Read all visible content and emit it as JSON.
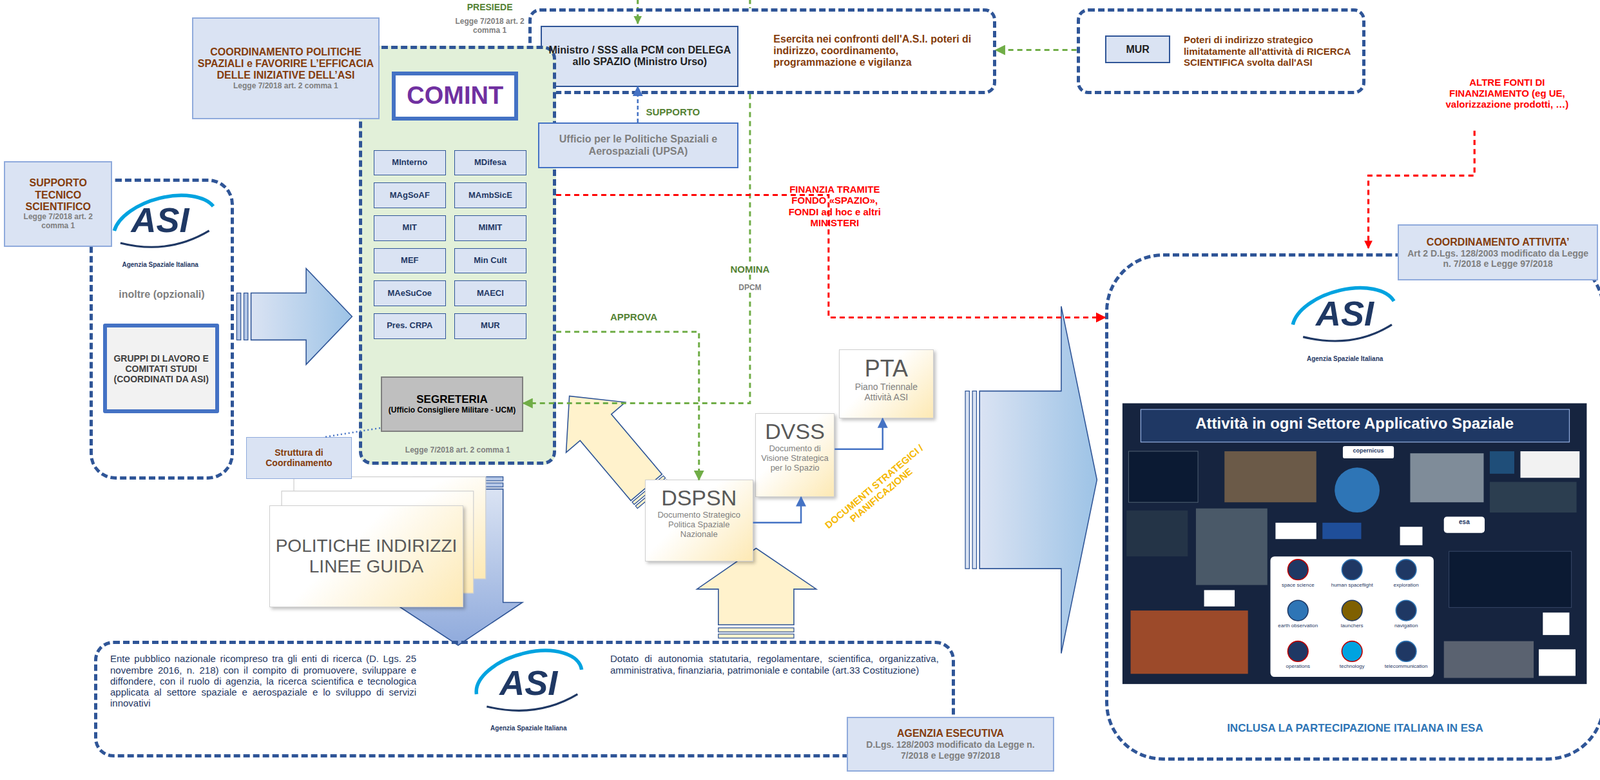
{
  "diagram": {
    "nodes": [
      {
        "text": [
          "COORDINAMENTO POLITICHE SPAZIALI e FAVORIRE L’EFFICACIA DELLE INIZIATIVE DELL’ASI",
          "Legge 7/2018 art. 2 comma 1"
        ]
      },
      {
        "text": [
          "Esercita nei confronti dell'A.S.I. poteri di indirizzo, coordinamento, programmazione e vigilanza"
        ]
      },
      {
        "text": [
          "Ministro / SSS alla PCM con DELEGA allo SPAZIO (Ministro Urso)"
        ],
        "in": 1
      },
      {
        "text": [
          "Poteri di indirizzo strategico limitatamente all'attività di RICERCA SCIENTIFICA svolta dall'ASI"
        ]
      },
      {
        "text": [
          "MUR"
        ],
        "in": 3
      },
      {
        "text": [
          "SUPPORTO TECNICO SCIENTIFICO",
          "Legge 7/2018 art. 2 comma 1"
        ]
      },
      {
        "text": [
          "inoltre (opzionali)"
        ]
      },
      {
        "text": [
          "GRUPPI DI LAVORO E COMITATI STUDI (COORDINATI DA ASI)"
        ],
        "in": 6
      },
      {
        "text": [
          "Legge 7/2018 art. 2 comma 1"
        ]
      },
      {
        "text": [
          "COMINT"
        ],
        "in": 8
      },
      {
        "text": [
          "MInterno"
        ],
        "in": 8
      },
      {
        "text": [
          "MDifesa"
        ],
        "in": 8
      },
      {
        "text": [
          "MAgSoAF"
        ],
        "in": 8
      },
      {
        "text": [
          "MAmbSicE"
        ],
        "in": 8
      },
      {
        "text": [
          "MIT"
        ],
        "in": 8
      },
      {
        "text": [
          "MIMIT"
        ],
        "in": 8
      },
      {
        "text": [
          "MEF"
        ],
        "in": 8
      },
      {
        "text": [
          "Min Cult"
        ],
        "in": 8
      },
      {
        "text": [
          "MAeSuCoe"
        ],
        "in": 8
      },
      {
        "text": [
          "MAECI"
        ],
        "in": 8
      },
      {
        "text": [
          "Pres. CRPA"
        ],
        "in": 8
      },
      {
        "text": [
          "MUR"
        ],
        "in": 8
      },
      {
        "text": [
          "SEGRETERIA",
          "(Ufficio Consigliere Militare - UCM)"
        ],
        "in": 8
      },
      {
        "text": [
          "Ufficio per le Politiche Spaziali e Aerospaziali (UPSA)"
        ]
      },
      {
        "text": [
          "Struttura di Coordinamento"
        ]
      },
      {
        "text": [
          "POLITICHE INDIRIZZI LINEE GUIDA"
        ]
      },
      {
        "text": [
          "PTA",
          "Piano Triennale Attività ASI"
        ]
      },
      {
        "text": [
          "DVSS",
          "Documento di Visione Strategica per lo Spazio"
        ]
      },
      {
        "text": [
          "DSPSN",
          "Documento Strategico Politica Spaziale Nazionale"
        ]
      },
      {
        "text": [
          "Ente pubblico nazionale ricompreso tra gli enti di ricerca (D. Lgs. 25 novembre 2016, n. 218) con il compito di promuovere, sviluppare e diffondere, con il ruolo di agenzia, la ricerca scientifica e tecnologica applicata al settore spaziale e aerospaziale e lo sviluppo di servizi innovativi",
          "Dotato di autonomia statutaria, regolamentare, scientifica, organizzativa, amministrativa, finanziaria, patrimoniale e contabile (art.33 Costituzione)"
        ]
      },
      {
        "text": [
          "AGENZIA ESECUTIVA",
          "D.Lgs. 128/2003 modificato da Legge n. 7/2018 e Legge 97/2018"
        ]
      },
      {
        "text": [
          "COORDINAMENTO ATTIVITA’",
          "Art 2 D.Lgs. 128/2003 modificato da Legge n. 7/2018 e Legge 97/2018"
        ]
      },
      {
        "text": [
          "INCLUSA LA PARTECIPAZIONE ITALIANA IN ESA"
        ]
      },
      {
        "text": [
          "Attività in ogni Settore Applicativo Spaziale"
        ],
        "in": 32
      }
    ],
    "edges": [
      {
        "from": 23,
        "to": 2,
        "label": "SUPPORTO",
        "arrow": "to"
      },
      {
        "from": 3,
        "to": 1,
        "arrow": "to"
      },
      {
        "from": 1,
        "to": 22,
        "label": "NOMINA",
        "arrow": "to"
      },
      {
        "from": 8,
        "to": 28,
        "label": "APPROVA",
        "arrow": "to"
      },
      {
        "from": 8,
        "to": 32,
        "label": "FINANZIA TRAMITE FONDO «SPAZIO», FONDI ad hoc e altri MINISTERI",
        "arrow": "to"
      },
      {
        "from": 24,
        "to": 22,
        "arrow": "none"
      },
      {
        "from": 28,
        "to": 27,
        "arrow": "to"
      },
      {
        "from": 27,
        "to": 26,
        "arrow": "to"
      }
    ],
    "labels": [
      "PRESIEDE",
      "Legge 7/2018 art. 2 comma 1",
      "DPCM",
      "ALTRE FONTI DI FINANZIAMENTO (eg UE, valorizzazione prodotti, …)",
      "DOCUMENTI STRATEGICI / PIANIFICAZIONE",
      "ASI",
      "Agenzia Spaziale Italiana",
      "ASI",
      "Agenzia Spaziale Italiana",
      "ASI",
      "Agenzia Spaziale Italiana",
      "copernicus",
      "esa",
      "space science",
      "human spaceflight",
      "exploration",
      "earth observation",
      "launchers",
      "navigation",
      "operations",
      "technology",
      "telecommunication"
    ]
  }
}
